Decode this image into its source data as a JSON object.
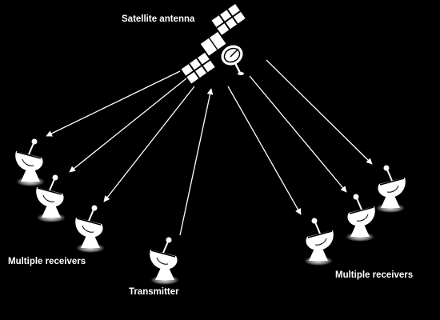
{
  "labels": {
    "satellite": "Satellite antenna",
    "left_receivers": "Multiple receivers",
    "transmitter": "Transmitter",
    "right_receivers": "Multiple receivers"
  },
  "colors": {
    "background": "#000000",
    "foreground": "#ffffff",
    "dish_glow": "#cfcfcf"
  },
  "icons": {
    "satellite": "satellite-icon",
    "dish": "satellite-dish-icon"
  }
}
